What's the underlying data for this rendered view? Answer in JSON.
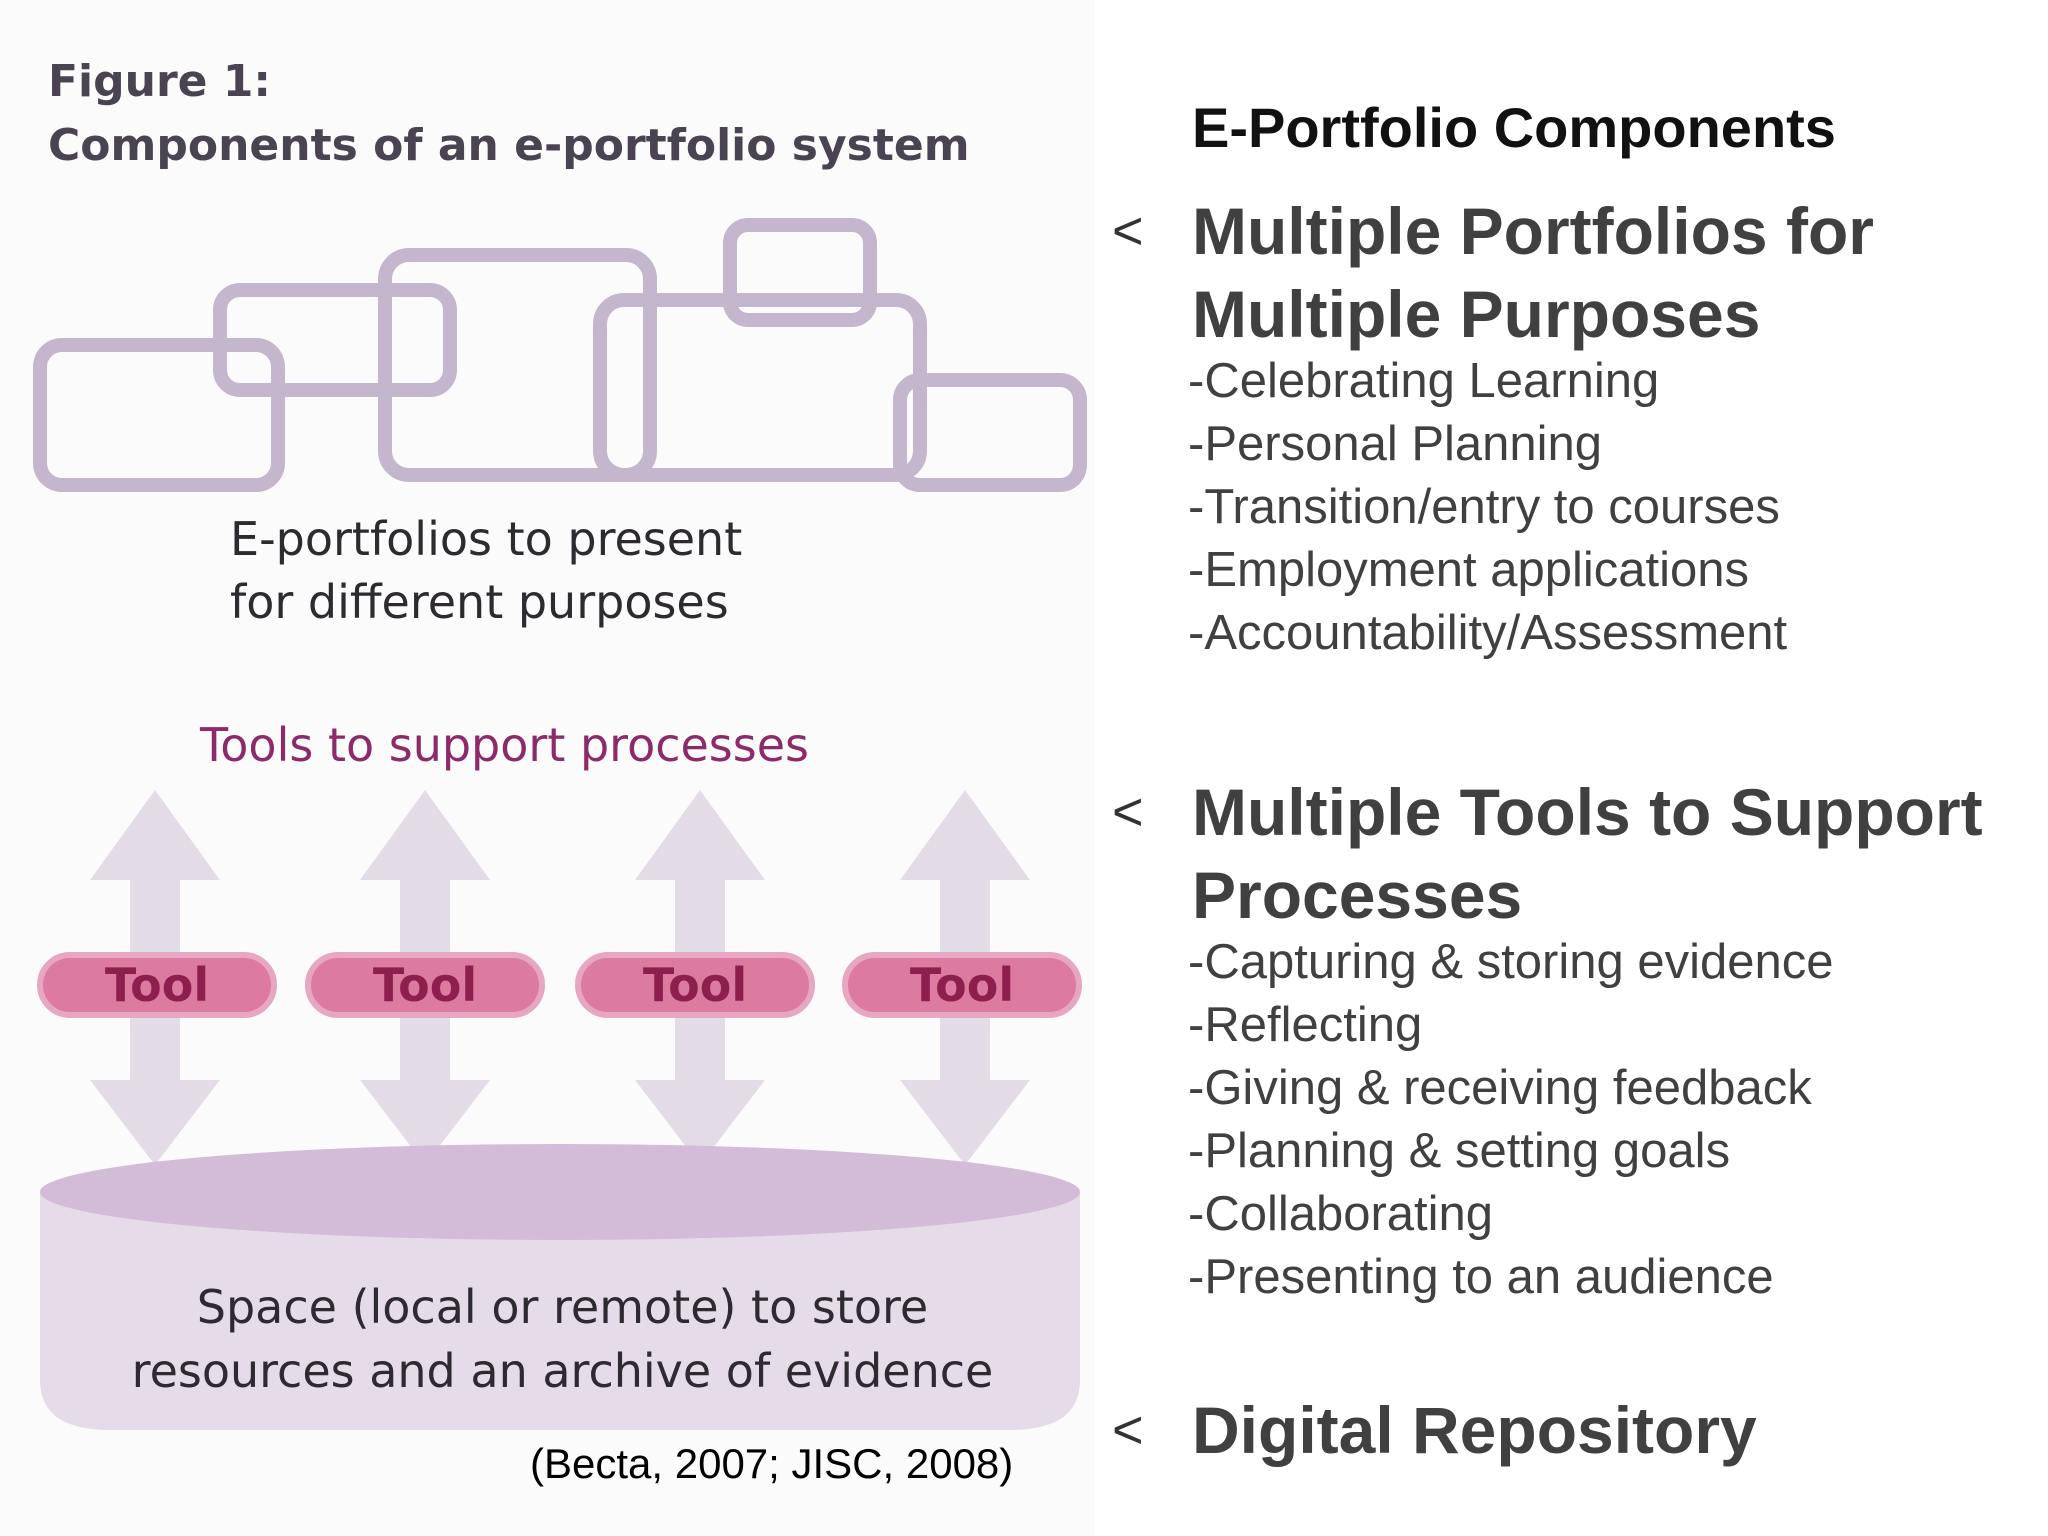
{
  "figure": {
    "caption_line1": "Figure 1:",
    "caption_line2": "Components of an e-portfolio system",
    "portfolios_line1": "E-portfolios to present",
    "portfolios_line2": "for different purposes",
    "tools_caption": "Tools to support processes",
    "tools": [
      "Tool",
      "Tool",
      "Tool",
      "Tool"
    ],
    "storage_line1": "Space (local or remote) to store",
    "storage_line2": "resources and an archive of evidence",
    "citation": "(Becta, 2007; JISC, 2008)",
    "colors": {
      "box_outline": "#c4b6cc",
      "tool_fill": "#dc7aa0",
      "tool_text": "#8c1f4e",
      "arrow": "#e3dce6",
      "storage": "#d7c3dc"
    }
  },
  "right": {
    "heading": "E-Portfolio Components",
    "bullet_marker": "<",
    "sections": [
      {
        "title_line1": "Multiple Portfolios for",
        "title_line2": "Multiple Purposes",
        "items": [
          "-Celebrating Learning",
          "-Personal Planning",
          "-Transition/entry to courses",
          "-Employment applications",
          "-Accountability/Assessment"
        ]
      },
      {
        "title_line1": "Multiple Tools to Support",
        "title_line2": "Processes",
        "items": [
          "-Capturing & storing evidence",
          "-Reflecting",
          "-Giving & receiving feedback",
          "-Planning & setting goals",
          "-Collaborating",
          "-Presenting to an audience"
        ]
      },
      {
        "title_line1": "Digital Repository",
        "title_line2": "",
        "items": []
      }
    ]
  }
}
